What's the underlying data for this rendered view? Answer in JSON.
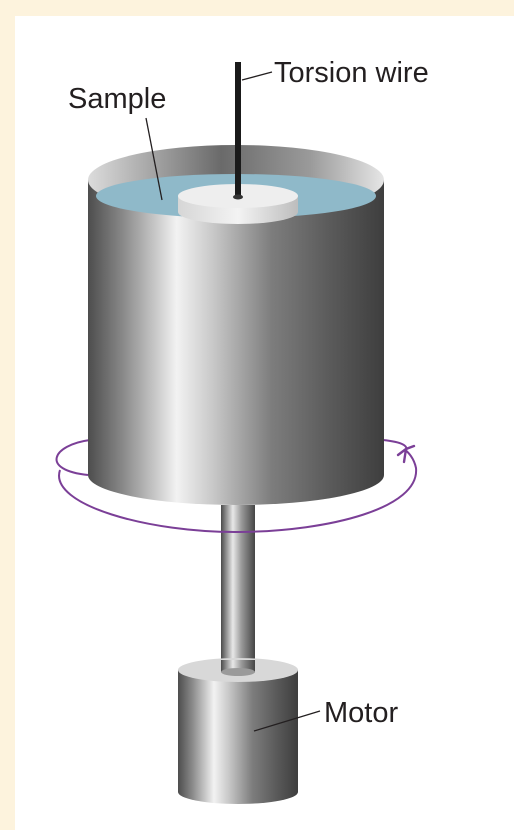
{
  "labels": {
    "torsion_wire": "Torsion wire",
    "sample": "Sample",
    "motor": "Motor"
  },
  "colors": {
    "page_background": "#fdf3dd",
    "panel_background": "#ffffff",
    "metal_dark": "#4a4a4a",
    "metal_light": "#f4f4f4",
    "sample_liquid": "#8fb9c9",
    "rotation_arrow": "#7b3f97",
    "wire": "#1a1a1a"
  },
  "icons": {
    "rotation": "counter-rotation-arrow-icon"
  }
}
